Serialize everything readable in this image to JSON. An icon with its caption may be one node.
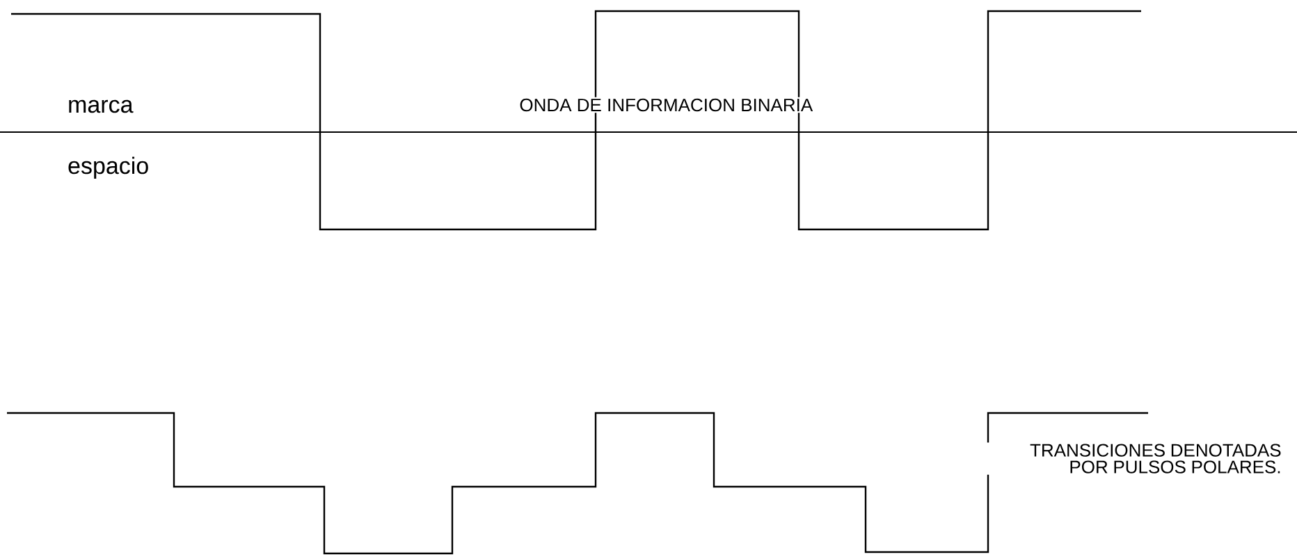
{
  "diagram": {
    "labels": [
      "marca",
      "ONDA DE INFORMACION BINARIA",
      "espacio",
      "TRANSICIONES DENOTADAS POR PULSOS POLARES."
    ]
  }
}
